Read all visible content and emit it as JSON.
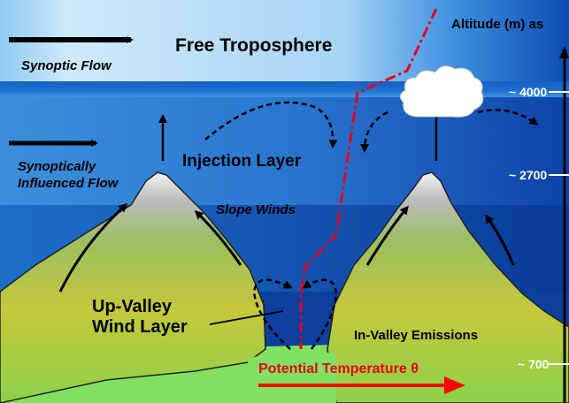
{
  "labels": {
    "free_troposphere": "Free Troposphere",
    "synoptic_flow": "Synoptic Flow",
    "synoptically_line1": "Synoptically",
    "synoptically_line2": "Influenced Flow",
    "injection_layer": "Injection Layer",
    "slope_winds": "Slope Winds",
    "up_valley_line1": "Up-Valley",
    "up_valley_line2": "Wind Layer",
    "in_valley_emissions": "In-Valley Emissions",
    "potential_temperature": "Potential Temperature θ",
    "altitude_axis": "Altitude (m) as",
    "tick_4000": "~ 4000",
    "tick_2700": "~ 2700",
    "tick_700": "~ 700"
  },
  "colors": {
    "sky_light": "#e6f3fc",
    "sky_mid": "#2f7fd6",
    "sky_dark": "#003a9a",
    "mountain_green": "#7fbf3a",
    "mountain_yellow": "#c8c93a",
    "ground_green": "#80e060",
    "snow": "#e8e8e8",
    "temperature_line": "#e8001a",
    "temperature_arrow": "#ff0000",
    "text_white": "#ffffff"
  }
}
